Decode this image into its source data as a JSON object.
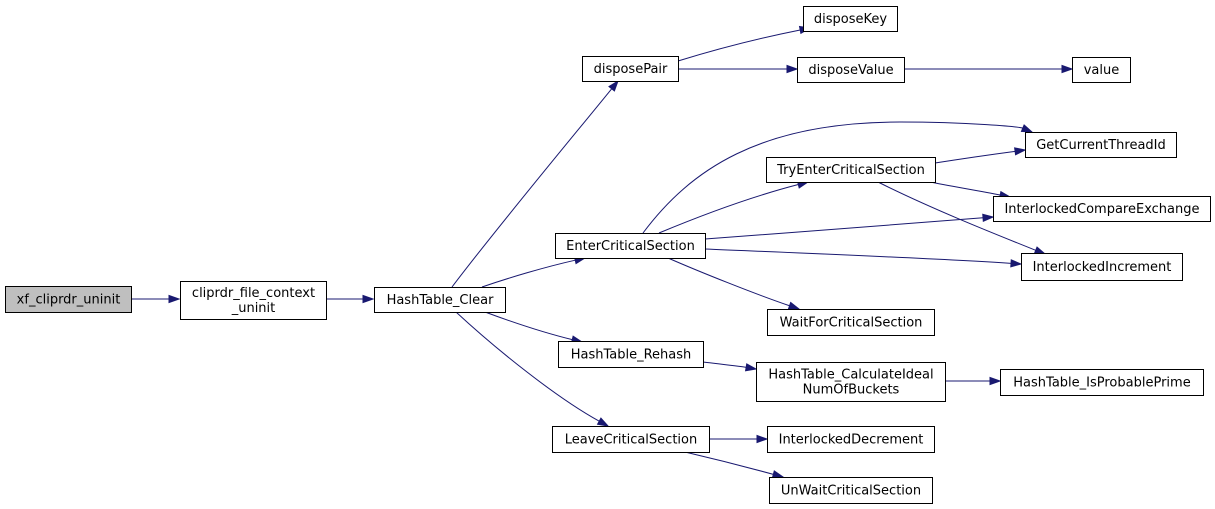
{
  "graph": {
    "nodes": {
      "xf_cliprdr_uninit": [
        "xf_cliprdr_uninit"
      ],
      "cliprdr_file_context_uninit": [
        "cliprdr_file_context",
        "_uninit"
      ],
      "HashTable_Clear": [
        "HashTable_Clear"
      ],
      "disposePair": [
        "disposePair"
      ],
      "disposeKey": [
        "disposeKey"
      ],
      "disposeValue": [
        "disposeValue"
      ],
      "value": [
        "value"
      ],
      "EnterCriticalSection": [
        "EnterCriticalSection"
      ],
      "GetCurrentThreadId": [
        "GetCurrentThreadId"
      ],
      "TryEnterCriticalSection": [
        "TryEnterCriticalSection"
      ],
      "InterlockedCompareExchange": [
        "InterlockedCompareExchange"
      ],
      "InterlockedIncrement": [
        "InterlockedIncrement"
      ],
      "WaitForCriticalSection": [
        "WaitForCriticalSection"
      ],
      "HashTable_Rehash": [
        "HashTable_Rehash"
      ],
      "HashTable_CalculateIdealNumOfBuckets": [
        "HashTable_CalculateIdeal",
        "NumOfBuckets"
      ],
      "HashTable_IsProbablePrime": [
        "HashTable_IsProbablePrime"
      ],
      "LeaveCriticalSection": [
        "LeaveCriticalSection"
      ],
      "InterlockedDecrement": [
        "InterlockedDecrement"
      ],
      "UnWaitCriticalSection": [
        "UnWaitCriticalSection"
      ]
    },
    "edges": [
      [
        "xf_cliprdr_uninit",
        "cliprdr_file_context_uninit"
      ],
      [
        "cliprdr_file_context_uninit",
        "HashTable_Clear"
      ],
      [
        "HashTable_Clear",
        "disposePair"
      ],
      [
        "HashTable_Clear",
        "EnterCriticalSection"
      ],
      [
        "HashTable_Clear",
        "HashTable_Rehash"
      ],
      [
        "HashTable_Clear",
        "LeaveCriticalSection"
      ],
      [
        "disposePair",
        "disposeKey"
      ],
      [
        "disposePair",
        "disposeValue"
      ],
      [
        "disposeValue",
        "value"
      ],
      [
        "EnterCriticalSection",
        "GetCurrentThreadId"
      ],
      [
        "EnterCriticalSection",
        "TryEnterCriticalSection"
      ],
      [
        "EnterCriticalSection",
        "InterlockedCompareExchange"
      ],
      [
        "EnterCriticalSection",
        "InterlockedIncrement"
      ],
      [
        "EnterCriticalSection",
        "WaitForCriticalSection"
      ],
      [
        "TryEnterCriticalSection",
        "GetCurrentThreadId"
      ],
      [
        "TryEnterCriticalSection",
        "InterlockedCompareExchange"
      ],
      [
        "TryEnterCriticalSection",
        "InterlockedIncrement"
      ],
      [
        "HashTable_Rehash",
        "HashTable_CalculateIdealNumOfBuckets"
      ],
      [
        "HashTable_CalculateIdealNumOfBuckets",
        "HashTable_IsProbablePrime"
      ],
      [
        "LeaveCriticalSection",
        "InterlockedDecrement"
      ],
      [
        "LeaveCriticalSection",
        "UnWaitCriticalSection"
      ]
    ],
    "highlighted_node": "xf_cliprdr_uninit",
    "colors": {
      "edge": "#191970",
      "node_fill": "#ffffff",
      "highlight_fill": "#bfbfbf",
      "border": "#000000"
    }
  }
}
